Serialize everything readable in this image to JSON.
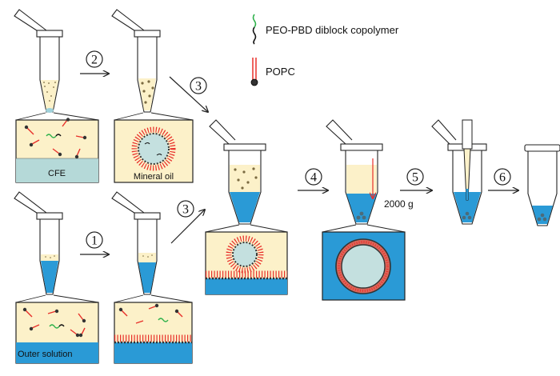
{
  "legend": {
    "copolymer_label": "PEO-PBD diblock copolymer",
    "lipid_label": "POPC"
  },
  "steps": [
    "1",
    "2",
    "3",
    "3",
    "4",
    "5",
    "6"
  ],
  "labels": {
    "cfe": "CFE",
    "mineral_oil": "Mineral oil",
    "outer_solution": "Outer solution",
    "centrifuge": "2000 g"
  },
  "colors": {
    "emulsion": "#fcf1c9",
    "cfe_aqueous": "#b5d9d8",
    "outer_solution": "#2a9ad6",
    "vesicle_lumen": "#c4e0df",
    "lipid_head": "#e8302a",
    "copolymer": "#2db14a",
    "membrane": "#d9675b"
  }
}
